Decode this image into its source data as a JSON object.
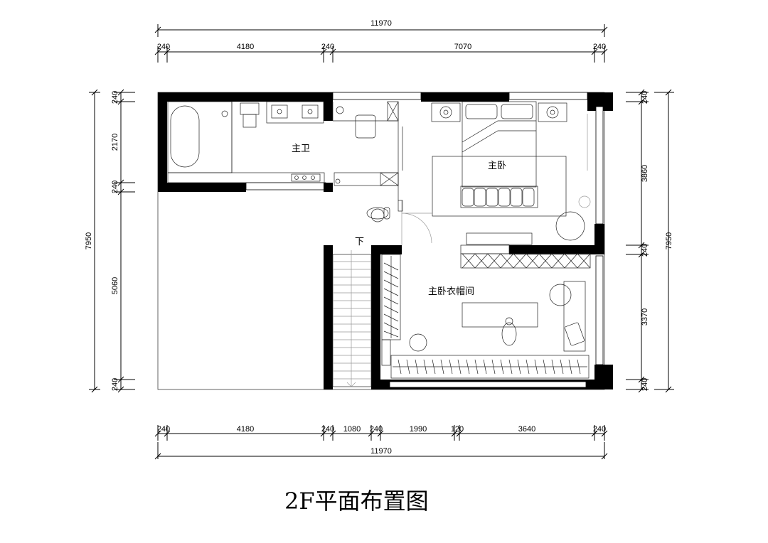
{
  "title": "2F平面布置图",
  "rooms": {
    "master_bath": "主卫",
    "master_bedroom": "主卧",
    "master_closet": "主卧衣帽间",
    "stair_down": "下"
  },
  "dimensions": {
    "top_total": "11970",
    "top_segments": [
      "240",
      "4180",
      "240",
      "7070",
      "240"
    ],
    "bottom_segments": [
      "240",
      "4180",
      "240",
      "1080",
      "240",
      "1990",
      "120",
      "3640",
      "240"
    ],
    "bottom_total": "11970",
    "left_total": "7950",
    "left_segments": [
      "240",
      "2170",
      "240",
      "5060",
      "240"
    ],
    "right_total": "7950",
    "right_segments": [
      "240",
      "3860",
      "240",
      "3370",
      "240"
    ]
  }
}
